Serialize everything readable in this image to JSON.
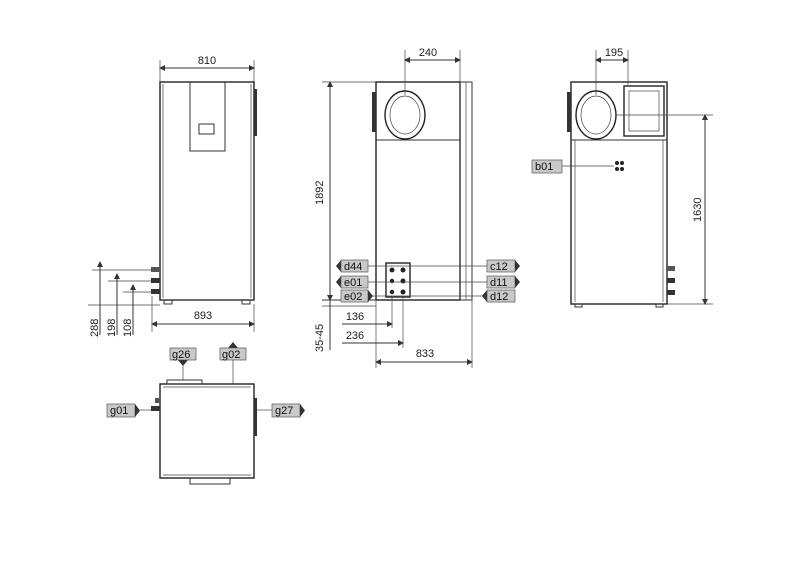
{
  "front_view": {
    "dims": {
      "width": "810",
      "depth_with_pipes": "893",
      "h1": "288",
      "h2": "198",
      "h3": "108"
    }
  },
  "side_view": {
    "dims": {
      "flue_offset": "240",
      "height": "1892",
      "feet": "35-45",
      "conn1": "136",
      "conn2": "236",
      "depth": "833"
    },
    "labels_left": [
      "d44",
      "e01",
      "e02"
    ],
    "labels_right": [
      "c12",
      "d11",
      "d12"
    ]
  },
  "rear_view": {
    "dims": {
      "flue_offset": "195",
      "height": "1630"
    },
    "label": "b01"
  },
  "top_view": {
    "labels": {
      "top_left": "g26",
      "top_right": "g02",
      "left": "g01",
      "right": "g27"
    }
  },
  "colors": {
    "tag_fill": "#c9c9c9",
    "line": "#333333"
  }
}
